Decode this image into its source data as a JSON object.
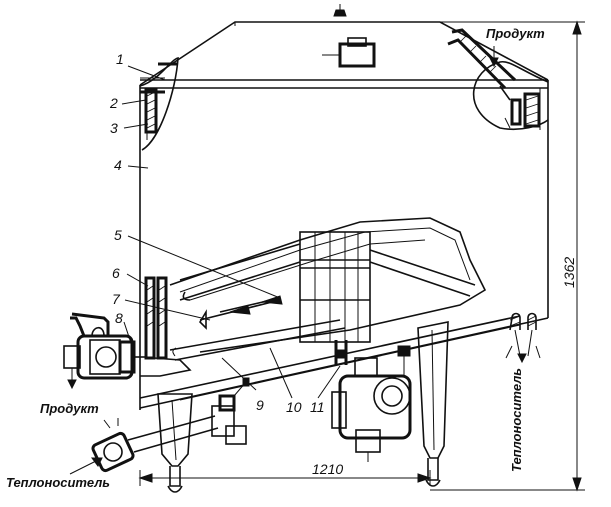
{
  "callouts": [
    "1",
    "2",
    "3",
    "4",
    "5",
    "6",
    "7",
    "8",
    "9",
    "10",
    "11"
  ],
  "labels": {
    "product_top": "Продукт",
    "product_left": "Продукт",
    "heat_carrier_bottom": "Теплоноситель",
    "heat_carrier_right": "Теплоноситель"
  },
  "dimensions": {
    "width": "1210",
    "height": "1362"
  }
}
